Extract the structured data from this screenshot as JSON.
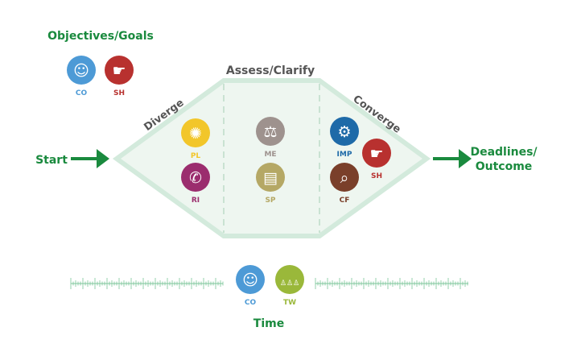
{
  "colors": {
    "accent_green": "#1a8a3e",
    "hex_fill": "#eef6f0",
    "hex_stroke": "#d3eadc",
    "tick": "#7cc69a"
  },
  "labels": {
    "objectives": "Objectives/Goals",
    "assess": "Assess/Clarify",
    "diverge": "Diverge",
    "converge": "Converge",
    "start": "Start",
    "deadlines_line1": "Deadlines/",
    "deadlines_line2": "Outcome",
    "time": "Time"
  },
  "roles": [
    {
      "id": "co-objectives",
      "abbr": "CO",
      "icon": "conductor-icon",
      "color": "#4d9ad6"
    },
    {
      "id": "sh-objectives",
      "abbr": "SH",
      "icon": "pointing-hand-icon",
      "color": "#b8312f"
    },
    {
      "id": "pl",
      "abbr": "PL",
      "icon": "lightbulb-icon",
      "color": "#f2c62a"
    },
    {
      "id": "ri",
      "abbr": "RI",
      "icon": "phone-icon",
      "color": "#9b2d6e"
    },
    {
      "id": "me",
      "abbr": "ME",
      "icon": "scales-icon",
      "color": "#9e928e"
    },
    {
      "id": "sp",
      "abbr": "SP",
      "icon": "book-icon",
      "color": "#b5a865"
    },
    {
      "id": "imp",
      "abbr": "IMP",
      "icon": "gears-icon",
      "color": "#1e6aa8"
    },
    {
      "id": "sh-converge",
      "abbr": "SH",
      "icon": "pointing-hand-icon",
      "color": "#b8312f"
    },
    {
      "id": "cf",
      "abbr": "CF",
      "icon": "magnifier-document-icon",
      "color": "#7a3f2a"
    },
    {
      "id": "co-time",
      "abbr": "CO",
      "icon": "conductor-icon",
      "color": "#4d9ad6"
    },
    {
      "id": "tw",
      "abbr": "TW",
      "icon": "teamwork-icon",
      "color": "#9ab83a"
    }
  ]
}
